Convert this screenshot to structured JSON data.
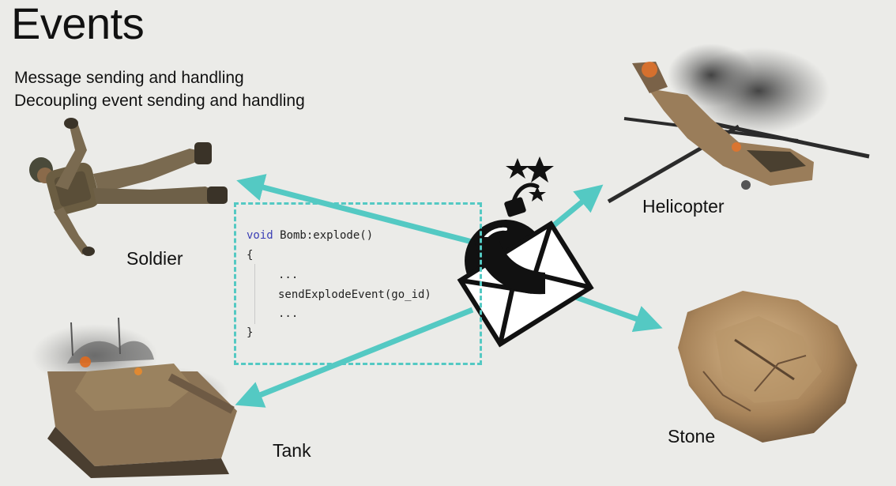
{
  "slide": {
    "title": "Events",
    "subtitle_lines": [
      "Message sending and handling",
      "Decoupling event sending and handling"
    ]
  },
  "entities": {
    "soldier": "Soldier",
    "tank": "Tank",
    "helicopter": "Helicopter",
    "stone": "Stone"
  },
  "code": {
    "keyword": "void",
    "signature": " Bomb:explode()",
    "open_brace": "{",
    "line_ellipsis_1": "...",
    "line_call": "sendExplodeEvent(go_id)",
    "line_ellipsis_2": "...",
    "close_brace": "}"
  },
  "icons": {
    "sender": "bomb-envelope-icon",
    "receivers": [
      "soldier-image",
      "tank-image",
      "helicopter-image",
      "stone-image"
    ]
  },
  "colors": {
    "arrow": "#54c9c3",
    "background": "#ebebe8",
    "keyword": "#3b3fb5"
  }
}
